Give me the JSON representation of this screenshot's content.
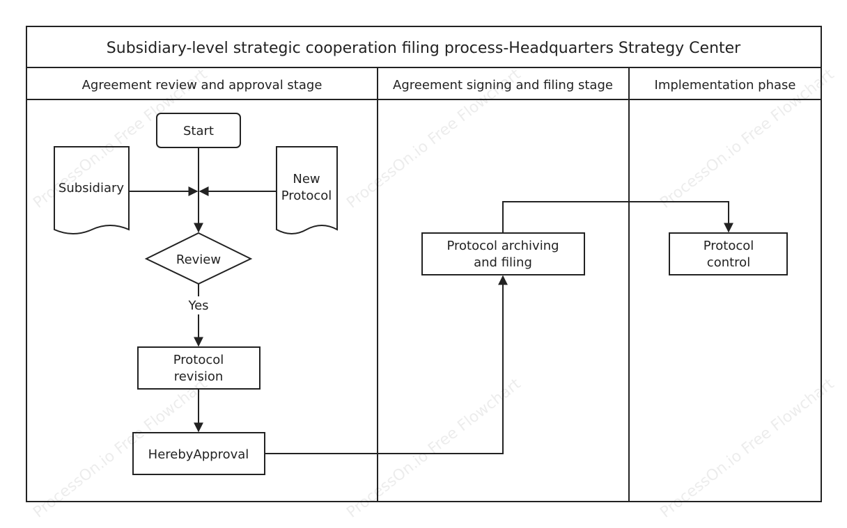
{
  "diagram": {
    "title": "Subsidiary-level strategic cooperation filing process-Headquarters Strategy Center",
    "lanes": [
      {
        "label": "Agreement review and approval stage"
      },
      {
        "label": "Agreement signing and filing stage"
      },
      {
        "label": "Implementation phase"
      }
    ],
    "nodes": {
      "start": "Start",
      "subsidiary": "Subsidiary",
      "new_protocol_line1": "New",
      "new_protocol_line2": "Protocol",
      "review": "Review",
      "yes_label": "Yes",
      "revision_line1": "Protocol",
      "revision_line2": "revision",
      "approval": "HerebyApproval",
      "archiving_line1": "Protocol archiving",
      "archiving_line2": "and filing",
      "control_line1": "Protocol",
      "control_line2": "control"
    },
    "watermark": "ProcessOn.io Free Flowchart",
    "colors": {
      "stroke": "#222222",
      "background": "#ffffff"
    }
  }
}
